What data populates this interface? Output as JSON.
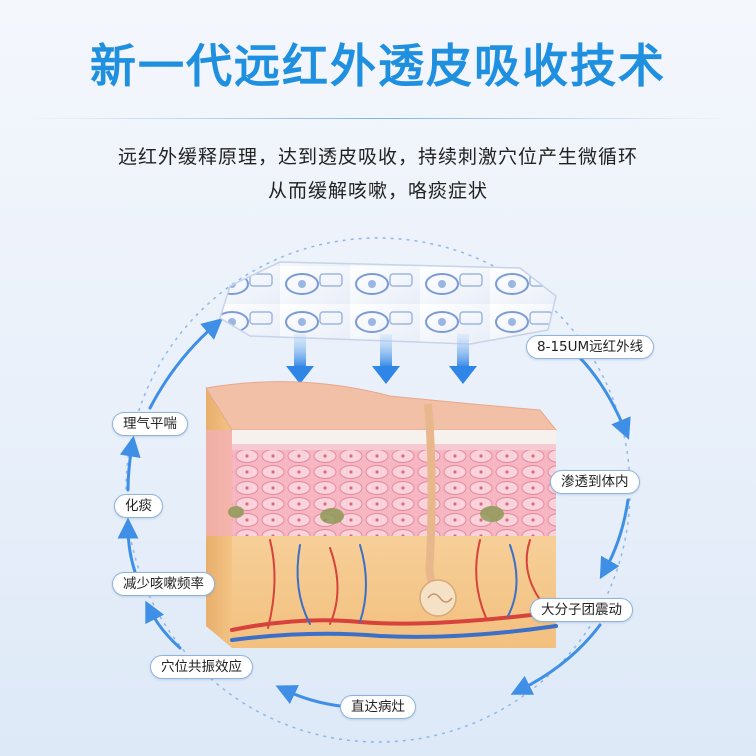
{
  "title": "新一代远红外透皮吸收技术",
  "subtitle_line1": "远红外缓释原理，达到透皮吸收，持续刺激穴位产生微循环",
  "subtitle_line2": "从而缓解咳嗽，咯痰症状",
  "cycle_labels": {
    "far_infrared": "8-15UM远红外线",
    "penetrate": "渗透到体内",
    "molecule_vibration": "大分子团震动",
    "reach_lesion": "直达病灶",
    "acupoint_resonance": "穴位共振效应",
    "reduce_cough": "减少咳嗽频率",
    "resolve_phlegm": "化痰",
    "regulate_breath": "理气平喘"
  },
  "colors": {
    "title": "#1f8fe0",
    "arrow_blue": "#3f8fe6",
    "label_border": "#8fb4dc"
  }
}
